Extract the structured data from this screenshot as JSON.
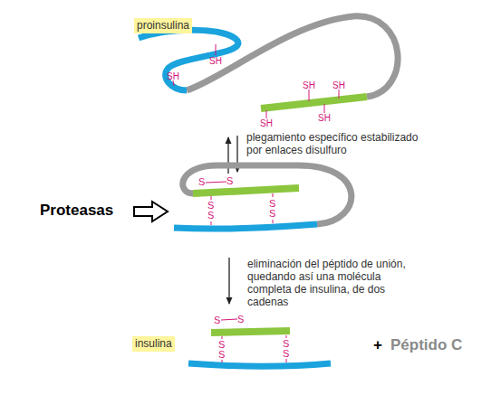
{
  "diagram": {
    "nodes": [
      {
        "text": [
          "proinsulina"
        ]
      },
      {
        "text": [
          "insulina"
        ]
      }
    ],
    "labels": [
      "SH",
      "SH",
      "SH",
      "SH",
      "SH",
      "SH",
      "plegamiento específico estabilizado por enlaces disulfuro",
      "Proteasas",
      "S",
      "S",
      "S",
      "S",
      "S",
      "S",
      "eliminación del péptido de unión, quedando así una molécula completa de insulina, de dos cadenas",
      "S",
      "S",
      "S",
      "S",
      "S",
      "S",
      "+",
      "Péptido C"
    ]
  }
}
